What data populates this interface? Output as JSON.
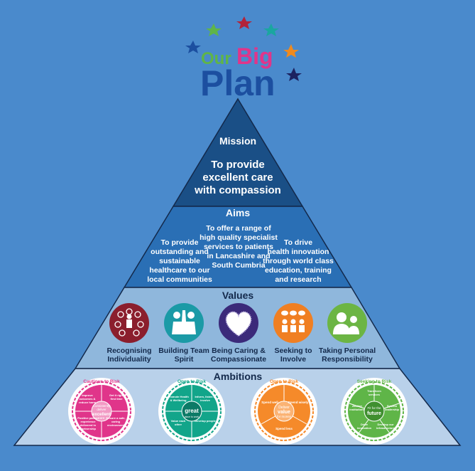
{
  "logo": {
    "our": "Our",
    "big": "Big",
    "plan": "Plan"
  },
  "mission": {
    "heading": "Mission",
    "lines": [
      "To provide",
      "excellent care",
      "with compassion"
    ]
  },
  "aims": {
    "heading": "Aims",
    "items": [
      {
        "lines": [
          "To provide",
          "outstanding and",
          "sustainable",
          "healthcare to our",
          "local communities"
        ]
      },
      {
        "lines": [
          "To offer a range of",
          "high quality specialist",
          "services to patients",
          "in Lancashire and",
          "South Cumbria"
        ]
      },
      {
        "lines": [
          "To drive",
          "health innovation",
          "through world class",
          "education, training",
          "and research"
        ]
      }
    ]
  },
  "values": {
    "heading": "Values",
    "items": [
      {
        "lines": [
          "Recognising",
          "Individuality"
        ],
        "color": "#8b1e2d",
        "icon": "people-crowd-icon"
      },
      {
        "lines": [
          "Building Team",
          "Spirit"
        ],
        "color": "#1b9aa6",
        "icon": "high-five-icon"
      },
      {
        "lines": [
          "Being Caring &",
          "Compassionate"
        ],
        "color": "#3b2a7a",
        "icon": "heart-icon"
      },
      {
        "lines": [
          "Seeking to",
          "Involve"
        ],
        "color": "#f07f22",
        "icon": "speech-people-icon"
      },
      {
        "lines": [
          "Taking Personal",
          "Responsibility"
        ],
        "color": "#6cb544",
        "icon": "person-group-icon"
      }
    ]
  },
  "ambitions": {
    "heading": "Ambitions",
    "items": [
      {
        "risk": "Cautious to Risk",
        "center": [
          "Consistently",
          "deliver",
          "excellent",
          "care"
        ],
        "segments": [
          "Improve outcomes & reduce harm",
          "Get it right first time",
          "Positive patient experience delivered in partnership",
          "Ensure a safe, caring environment"
        ],
        "color": "#e0358a"
      },
      {
        "risk": "Open to Risk",
        "center": [
          "great",
          "place to work"
        ],
        "segments": [
          "Promote Health & Wellbeing",
          "Inform, listen & involve",
          "Value each other",
          "Develop people"
        ],
        "color": "#12a58a"
      },
      {
        "risk": "Open to Risk",
        "center": [
          "Deliver",
          "value",
          "for money"
        ],
        "segments": [
          "Spend well",
          "Spend wisely",
          "Spend less"
        ],
        "color": "#f58a2a"
      },
      {
        "risk": "Seeking to Risk",
        "center": [
          "Fit for the",
          "future"
        ],
        "segments": [
          "Transform services",
          "Anchor institutions",
          "System leadership",
          "Drive innovation",
          "Develop our infrastructure"
        ],
        "color": "#5fb548"
      }
    ]
  },
  "colors": {
    "background": "#4a8acc",
    "mission": "#1a4f86",
    "aims": "#2a6fb5",
    "values": "#8fb7dc",
    "ambitions": "#b9d1ea"
  }
}
